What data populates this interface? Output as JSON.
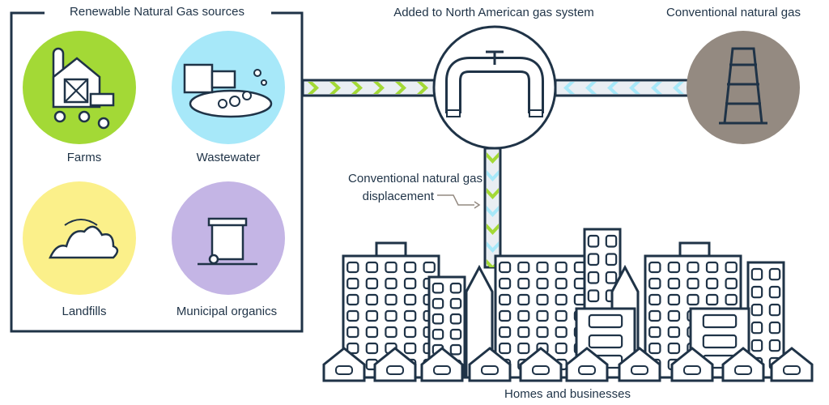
{
  "sources_box": {
    "title": "Renewable Natural Gas sources",
    "items": [
      {
        "label": "Farms",
        "color": "#a3d936"
      },
      {
        "label": "Wastewater",
        "color": "#a7e8f9"
      },
      {
        "label": "Landfills",
        "color": "#fbf08a"
      },
      {
        "label": "Municipal organics",
        "color": "#c4b5e5"
      }
    ]
  },
  "gas_system": {
    "label": "Added to North American gas system"
  },
  "conventional": {
    "label": "Conventional natural gas",
    "color": "#948a81"
  },
  "displacement": {
    "label_line1": "Conventional natural gas",
    "label_line2": "displacement"
  },
  "destination": {
    "label": "Homes and businesses"
  },
  "colors": {
    "outline": "#1f3347",
    "rng_arrow": "#a3d936",
    "conventional_arrow": "#a7e8f9",
    "pipe": "#e9eef3"
  }
}
